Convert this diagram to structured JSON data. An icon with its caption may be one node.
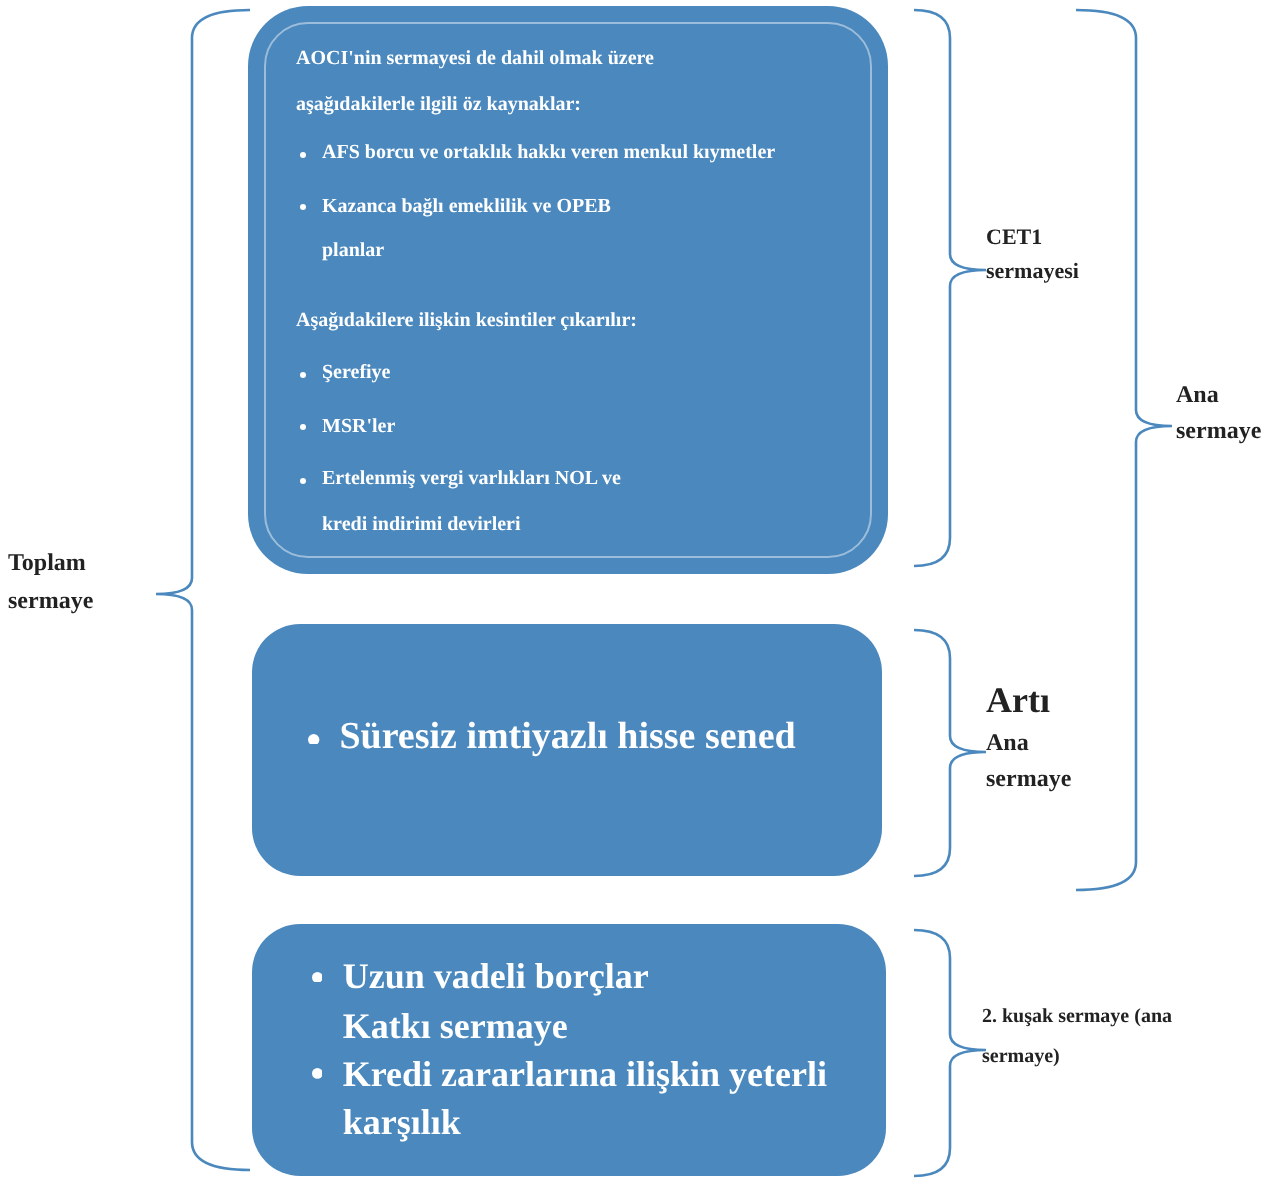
{
  "diagram": {
    "nodes": [
      {
        "text": [
          "AOCI'nin sermayesi de dahil olmak üzere aşağıdakilerle ilgili öz kaynaklar:",
          "AFS borcu ve ortaklık hakkı veren menkul kıymetler",
          "Kazanca bağlı emeklilik ve OPEB planlar",
          "Aşağıdakilere ilişkin kesintiler çıkarılır:",
          "Şerefiye",
          "MSR'ler",
          "Ertelenmiş vergi varlıkları NOL ve kredi indirimi devirleri"
        ]
      },
      {
        "text": [
          "Süresiz imtiyazlı hisse sened"
        ]
      },
      {
        "text": [
          "Uzun vadeli borçlar Katkı sermaye",
          "Kredi zararlarına ilişkin yeterli karşılık"
        ]
      }
    ],
    "labels": [
      "CET1 sermayesi",
      "Ana sermaye",
      "Toplam sermaye",
      "Artı",
      "Ana sermaye",
      "2. kuşak sermaye (ana sermaye)"
    ]
  }
}
